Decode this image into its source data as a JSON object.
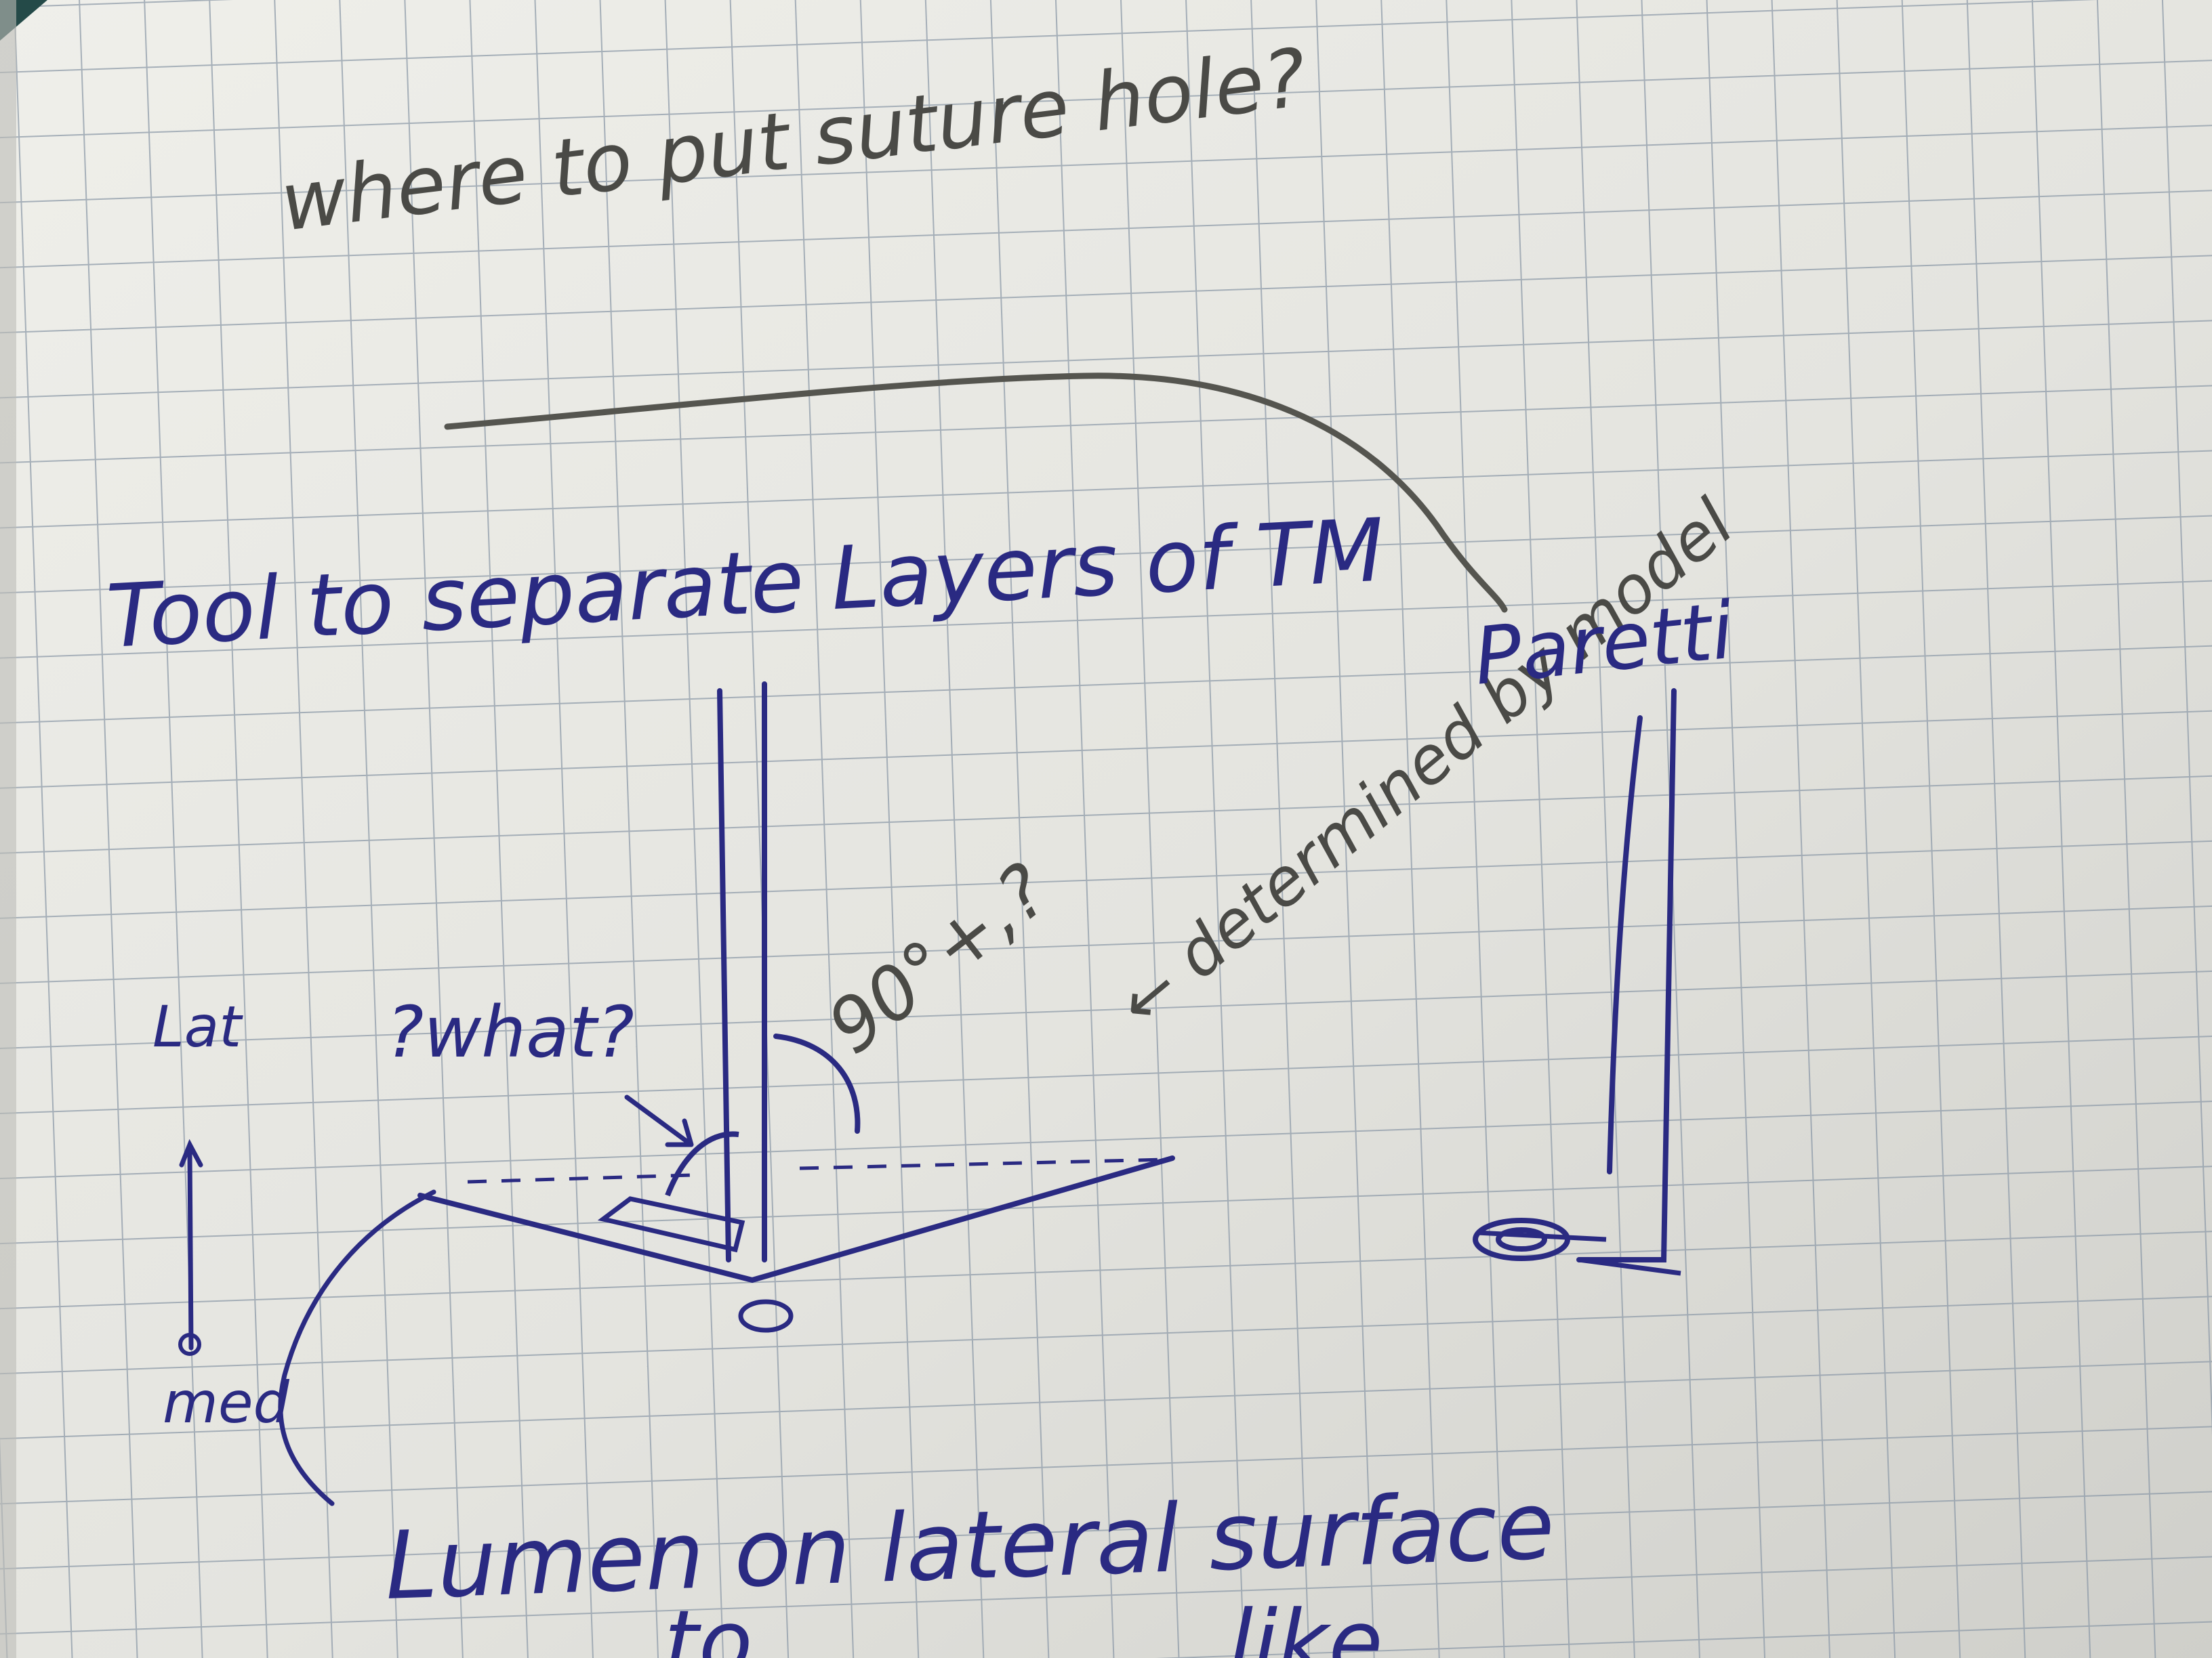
{
  "image": {
    "kind": "photo of handwritten notebook page with sketch",
    "paper": "grid-ruled notebook"
  },
  "handwriting": {
    "question": "where to put suture hole?",
    "heading": "Tool to separate Layers of TM",
    "name_label": "Paretti",
    "what_label": "?what?",
    "angle_label": "90°+,?",
    "determined_label": "← determined by model",
    "left_top_label": "Lat",
    "left_bottom_label": "med",
    "bottom_line": "Lumen on lateral surface",
    "bottom_partial": "to ... ... ... ... like"
  },
  "colors": {
    "paper": "#e9e9e4",
    "grid": "#8d9aa8",
    "pencil": "#4a4a46",
    "ink": "#2a2a82"
  }
}
